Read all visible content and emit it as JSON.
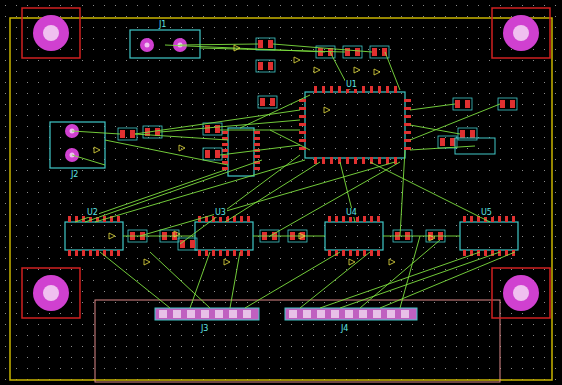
{
  "diagram": {
    "labels": [
      "J1",
      "J2",
      "U1",
      "U2",
      "U3",
      "U4",
      "U5",
      "J3",
      "J4"
    ]
  }
}
